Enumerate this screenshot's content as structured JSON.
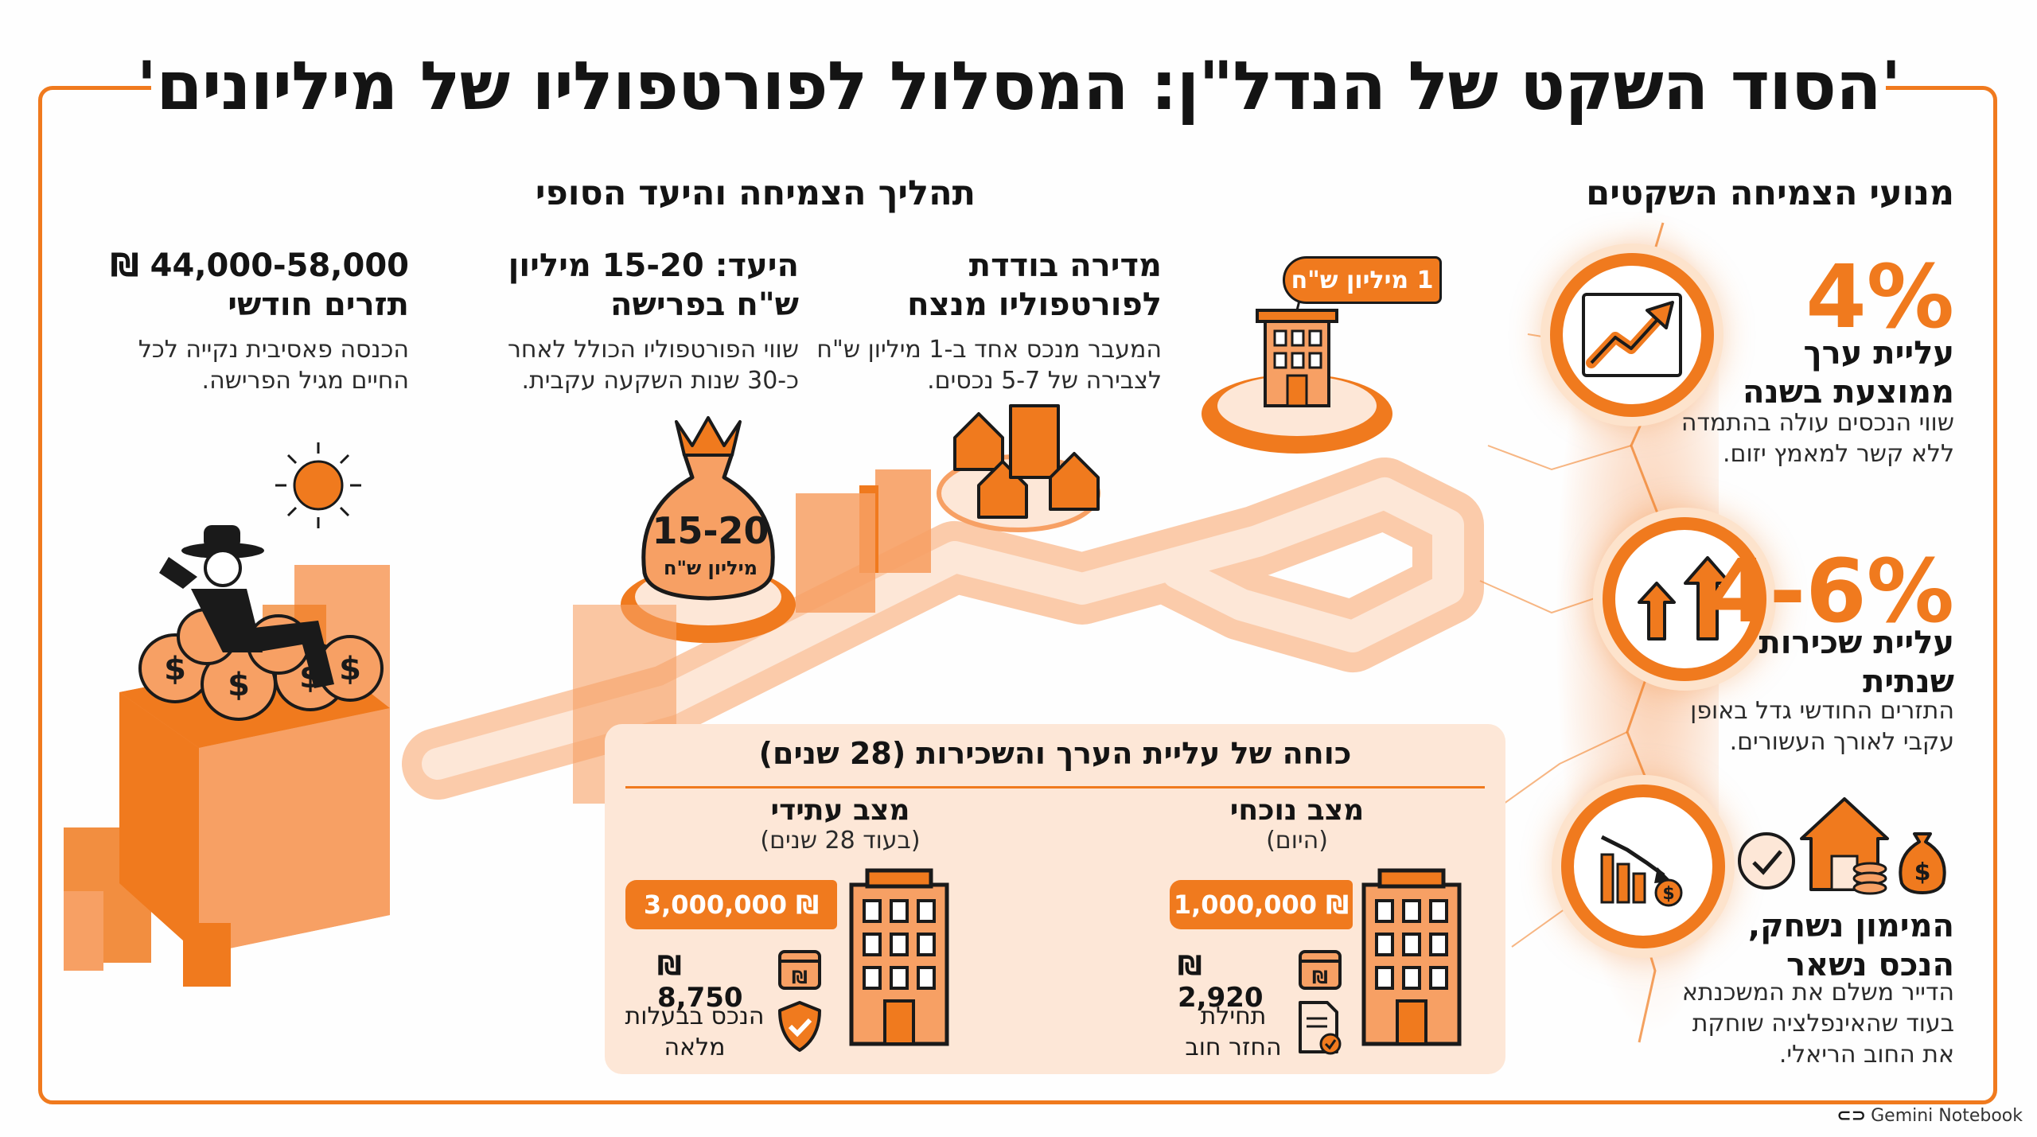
{
  "title": "'הסוד השקט של הנדל\"ן: המסלול לפורטפוליו של מיליונים'",
  "left_section": {
    "heading": "מנועי הצמיחה השקטים",
    "items": [
      {
        "stat": "4%",
        "title_line1": "עליית ערך",
        "title_line2": "ממוצעת בשנה",
        "desc_line1": "שווי הנכסים עולה בהתמדה",
        "desc_line2": "ללא קשר למאמץ יזום.",
        "icon": "trend-up-icon"
      },
      {
        "stat": "4-6%",
        "title_line1": "עליית שכירות",
        "title_line2": "שנתית",
        "desc_line1": "התזרים החודשי גדל באופן",
        "desc_line2": "עקבי לאורך העשורים.",
        "icon": "double-up-arrow-icon"
      },
      {
        "stat": "",
        "title_line1": "המימון נשחק,",
        "title_line2": "הנכס נשאר",
        "desc_line1": "הדייר משלם את המשכנתא",
        "desc_line2": "בעוד שהאינפלציה שוחקת",
        "desc_line3": "את החוב הריאלי.",
        "icon": "declining-chart-icon"
      }
    ]
  },
  "process": {
    "heading": "תהליך הצמיחה והיעד הסופי",
    "steps": [
      {
        "title_line1": "מדירה בודדת",
        "title_line2": "לפורטפוליו מנצח",
        "desc_line1": "המעבר מנכס אחד ב-1 מיליון ש\"ח",
        "desc_line2": "לצבירה של 5-7 נכסים."
      },
      {
        "title_line1": "היעד: 15-20 מיליון",
        "title_line2": "ש\"ח בפרישה",
        "desc_line1": "שווי הפורטפוליו הכולל לאחר",
        "desc_line2": "כ-30 שנות השקעה עקבית."
      },
      {
        "title_line1": "₪ 44,000-58,000",
        "title_line2": "תזרים חודשי",
        "desc_line1": "הכנסה פאסיבית נקייה לכל",
        "desc_line2": "החיים מגיל הפרישה."
      }
    ],
    "start_tag": "1 מיליון ש\"ח",
    "bag_value": "15-20",
    "bag_unit": "מיליון ש\"ח"
  },
  "panel": {
    "heading": "כוחה של עליית הערך והשכירות (28 שנים)",
    "current": {
      "title": "מצב נוכחי",
      "subtitle": "(היום)",
      "value": "₪ 1,000,000",
      "rent": "₪ 2,920",
      "note_line1": "תחילת",
      "note_line2": "החזר חוב"
    },
    "future": {
      "title": "מצב עתידי",
      "subtitle": "(בעוד 28 שנים)",
      "value": "₪ 3,000,000",
      "rent": "₪ 8,750",
      "note_line1": "הנכס בבעלות",
      "note_line2": "מלאה"
    }
  },
  "footer": {
    "brand": "Gemini Notebook"
  },
  "colors": {
    "accent": "#f07a1e",
    "light": "#fde7d7",
    "mid": "#f7a064",
    "dark": "#141414"
  }
}
